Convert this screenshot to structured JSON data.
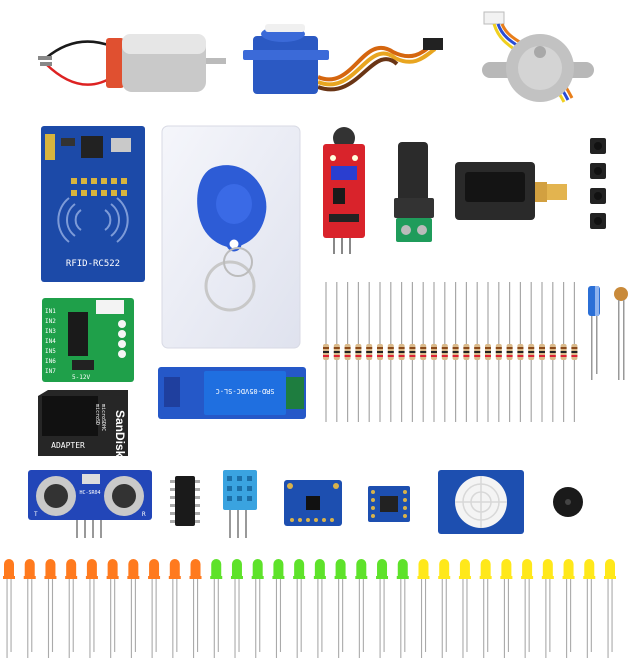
{
  "components": {
    "dc_motor": {
      "label": "dc-motor"
    },
    "servo": {
      "label": "servo-motor"
    },
    "stepper": {
      "label": "stepper-motor"
    },
    "rfid_module": {
      "silkscreen": "RFID-RC522"
    },
    "rfid_card": {
      "label": "rfid-card"
    },
    "rfid_keyfob": {
      "label": "rfid-keyfob"
    },
    "sound_sensor": {
      "label": "sound-sensor"
    },
    "dc_jack": {
      "label": "dc-barrel-jack"
    },
    "hdmi_adapter": {
      "label": "hdmi-adapter"
    },
    "push_buttons": {
      "count": 4
    },
    "stepper_driver": {
      "pins": [
        "IN1",
        "IN2",
        "IN3",
        "IN4",
        "IN5",
        "IN6",
        "IN7"
      ],
      "voltage": "5-12V"
    },
    "relay_module": {
      "relay_text": "SRD-05VDC-SL-C"
    },
    "sd_card": {
      "brand": "SanDisk",
      "line1": "microSD",
      "line2": "microSDHC",
      "adapter": "ADAPTER"
    },
    "resistors": {
      "count": 24
    },
    "capacitor": {
      "label": "electrolytic-capacitor"
    },
    "photoresistor": {
      "label": "ldr"
    },
    "ultrasonic": {
      "label": "HC-SR04",
      "silk": "HC-SR04",
      "t": "T",
      "r": "R"
    },
    "ic_chip": {
      "label": "dip-ic"
    },
    "dht11": {
      "label": "dht11-sensor"
    },
    "mpu_module": {
      "label": "accelerometer-module"
    },
    "level_shifter": {
      "label": "level-shifter"
    },
    "pir_sensor": {
      "label": "pir-sensor"
    },
    "buzzer": {
      "label": "buzzer"
    },
    "leds": {
      "colors": {
        "red": "#ff7a1e",
        "green": "#5ee22a",
        "yellow": "#ffe81a"
      },
      "counts": {
        "red": 10,
        "green": 10,
        "yellow": 10
      }
    }
  }
}
